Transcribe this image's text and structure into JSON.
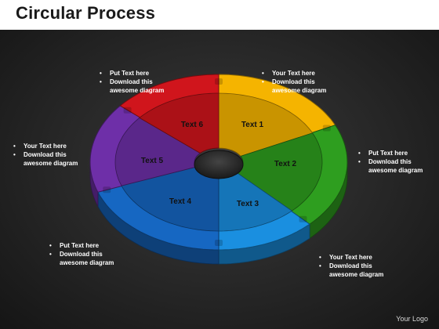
{
  "title": "Circular Process",
  "segments": [
    {
      "label": "Text 1",
      "color": "#f5b400"
    },
    {
      "label": "Text 2",
      "color": "#2e9e1f"
    },
    {
      "label": "Text 3",
      "color": "#1a8fe0"
    },
    {
      "label": "Text 4",
      "color": "#1667c2"
    },
    {
      "label": "Text 5",
      "color": "#6e2fa8"
    },
    {
      "label": "Text 6",
      "color": "#d0151c"
    }
  ],
  "notes": {
    "top_left": {
      "line1": "Put Text  here",
      "line2a": "Download this",
      "line2b": "awesome diagram"
    },
    "top_right": {
      "line1": "Your Text here",
      "line2a": "Download this",
      "line2b": "awesome diagram"
    },
    "left": {
      "line1": "Your Text here",
      "line2a": "Download this",
      "line2b": "awesome diagram"
    },
    "right": {
      "line1": " Put Text here",
      "line2a": "Download this",
      "line2b": "awesome diagram"
    },
    "bottom_left": {
      "line1": "Put Text here",
      "line2a": "Download this",
      "line2b": "awesome diagram"
    },
    "bottom_right": {
      "line1": "Your Text here",
      "line2a": "Download this",
      "line2b": "awesome diagram"
    }
  },
  "logo": "Your Logo",
  "background_color": "#262626"
}
